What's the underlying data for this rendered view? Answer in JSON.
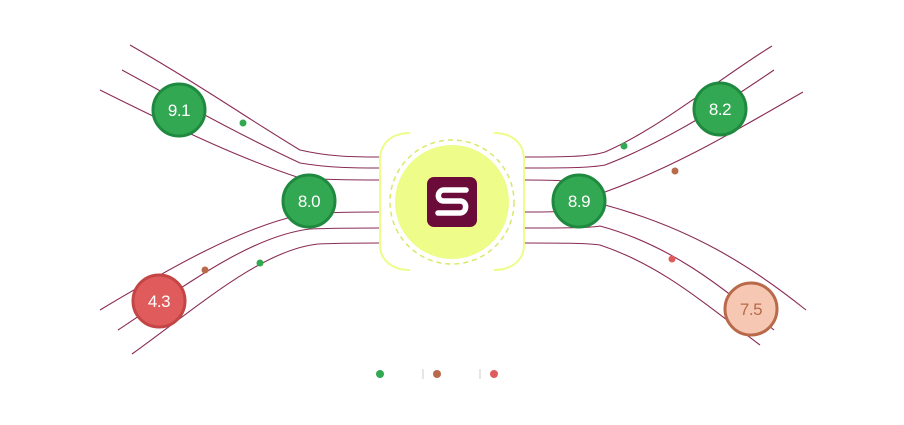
{
  "center": {
    "icon": "s-logo-icon",
    "icon_color": "#6b0b3a",
    "glow_color": "#eefc8a"
  },
  "colors": {
    "line": "#8a2b55",
    "good": "#33a852",
    "good_border": "#1f8a3f",
    "medium": "#b86a4a",
    "medium_fill": "#f6c8b4",
    "bad": "#e05c5c",
    "bad_border": "#c44545"
  },
  "scores": {
    "top_left": "9.1",
    "mid_left": "8.0",
    "bottom_left": "4.3",
    "top_right": "8.2",
    "mid_right": "8.9",
    "bottom_right": "7.5"
  },
  "legend": [
    {
      "color": "#33a852"
    },
    {
      "color": "#b86a4a"
    },
    {
      "color": "#e05c5c"
    }
  ]
}
